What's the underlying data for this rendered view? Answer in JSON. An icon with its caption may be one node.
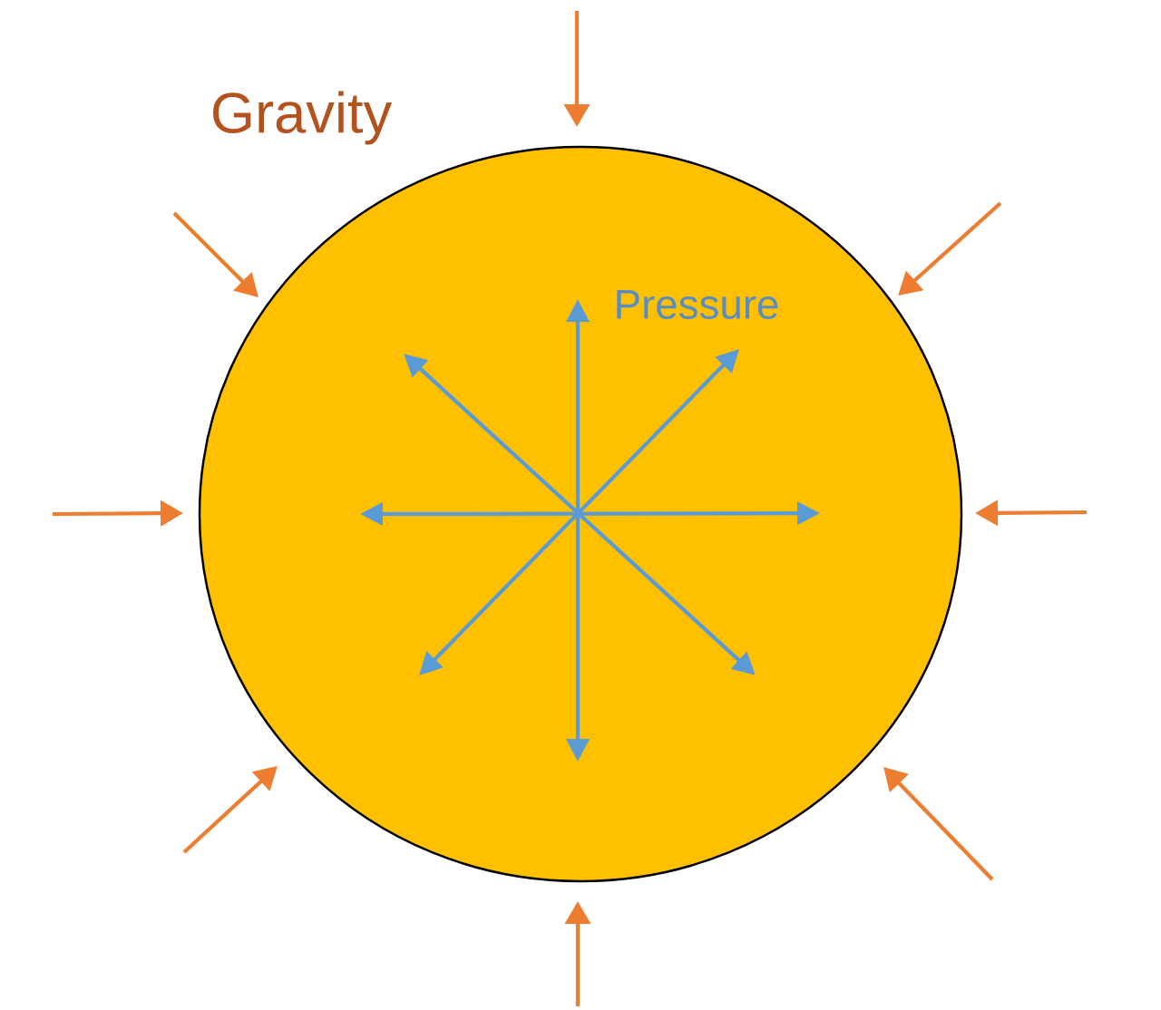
{
  "diagram": {
    "nodes": [
      {
        "text": [],
        "shape": "circle"
      }
    ],
    "labels": [
      "Gravity",
      "Pressure"
    ]
  }
}
